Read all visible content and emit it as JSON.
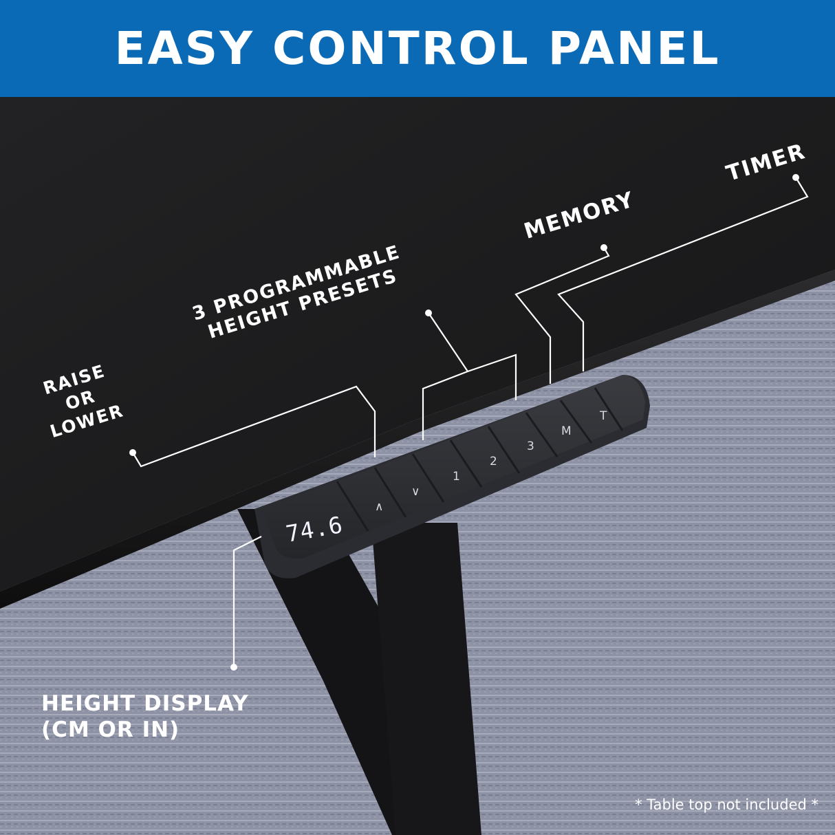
{
  "banner": {
    "title": "EASY CONTROL PANEL"
  },
  "callouts": {
    "raise_lower": [
      "RAISE",
      "OR",
      "LOWER"
    ],
    "presets": [
      "3 PROGRAMMABLE",
      "HEIGHT PRESETS"
    ],
    "memory": "MEMORY",
    "timer": "TIMER",
    "height_display": [
      "HEIGHT DISPLAY",
      "(CM OR IN)"
    ]
  },
  "panel": {
    "display_value": "74.6",
    "keys": [
      "∧",
      "∨",
      "1",
      "2",
      "3",
      "M",
      "T"
    ]
  },
  "footnote": "* Table top not included *",
  "colors": {
    "banner": "#0b6ab5",
    "desktop": "#1c1c1e",
    "carpet": "#8f93a6",
    "frame": "#151517",
    "text": "#ffffff"
  }
}
